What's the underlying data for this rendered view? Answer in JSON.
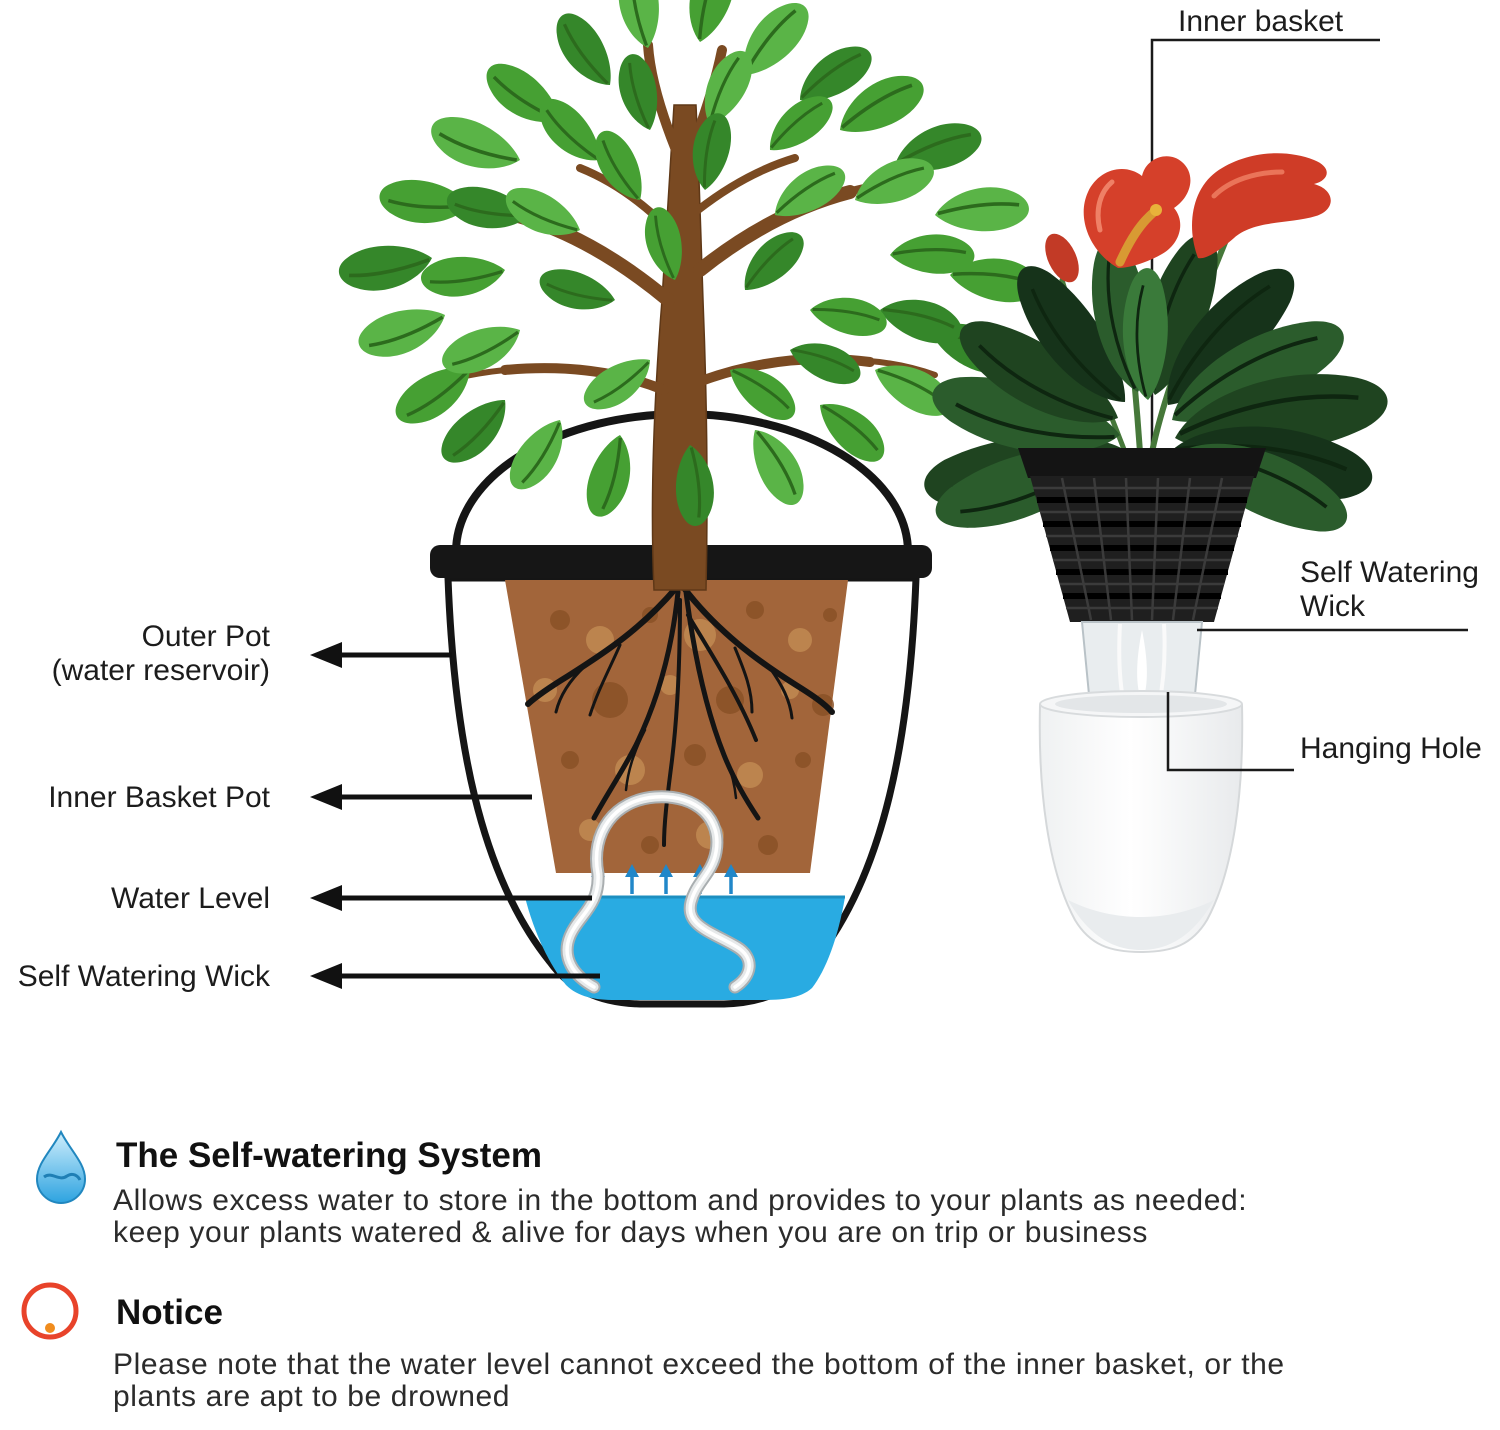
{
  "left_diagram": {
    "outer_pot": {
      "line1": "Outer Pot",
      "line2": "(water reservoir)"
    },
    "inner_basket_pot": "Inner Basket Pot",
    "water_level": "Water Level",
    "self_watering_wick": "Self Watering Wick"
  },
  "right_diagram": {
    "inner_basket": "Inner basket",
    "self_watering_wick_line1": "Self Watering",
    "self_watering_wick_line2": "Wick",
    "hanging_hole": "Hanging Hole"
  },
  "self_watering_section": {
    "title": "The Self-watering System",
    "body_line1": "Allows excess water to store in the bottom and provides to your plants as needed:",
    "body_line2": "keep your plants watered & alive for days when you are on trip or business"
  },
  "notice_section": {
    "title": "Notice",
    "body_line1": "Please note that the water level cannot exceed the bottom of the inner basket, or the",
    "body_line2": "plants are apt to be drowned"
  },
  "icons": {
    "section1": "water-drop-icon",
    "section2": "warning-icon"
  },
  "colors": {
    "water": "#29abe2",
    "soil": "#a2653a",
    "leaf_green": "#46a033",
    "dark_leaf_green": "#1f4420",
    "flower_red": "#d5402a",
    "warning_red": "#e8432a",
    "text": "#1c1c1c"
  }
}
